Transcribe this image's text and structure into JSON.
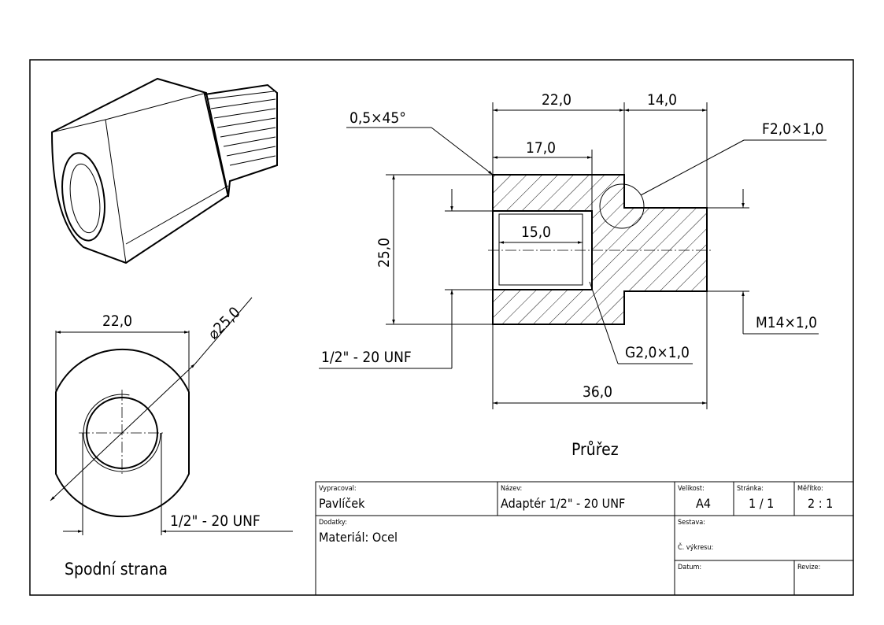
{
  "views": {
    "section_title": "Průřez",
    "bottom_title": "Spodní strana"
  },
  "section_dims": {
    "chamfer": "0,5×45°",
    "len_22": "22,0",
    "len_14": "14,0",
    "len_17": "17,0",
    "len_15": "15,0",
    "dia_25": "25,0",
    "total_36": "36,0",
    "fillet_f": "F2,0×1,0",
    "groove_g": "G2,0×1,0",
    "thread_m": "M14×1,0",
    "thread_unf": "1/2\" - 20 UNF"
  },
  "bottom_dims": {
    "width": "22,0",
    "diameter": "⌀25,0",
    "thread": "1/2\" - 20 UNF"
  },
  "title_block": {
    "drawn_by_label": "Vypracoval:",
    "drawn_by": "Pavlíček",
    "name_label": "Název:",
    "name": "Adaptér 1/2\" - 20 UNF",
    "size_label": "Velikost:",
    "size": "A4",
    "page_label": "Stránka:",
    "page": "1 / 1",
    "scale_label": "Měřítko:",
    "scale": "2 : 1",
    "notes_label": "Dodatky:",
    "notes": "Materiál: Ocel",
    "assembly_label": "Sestava:",
    "drawing_no_label": "Č. výkresu:",
    "date_label": "Datum:",
    "revision_label": "Revize:"
  }
}
